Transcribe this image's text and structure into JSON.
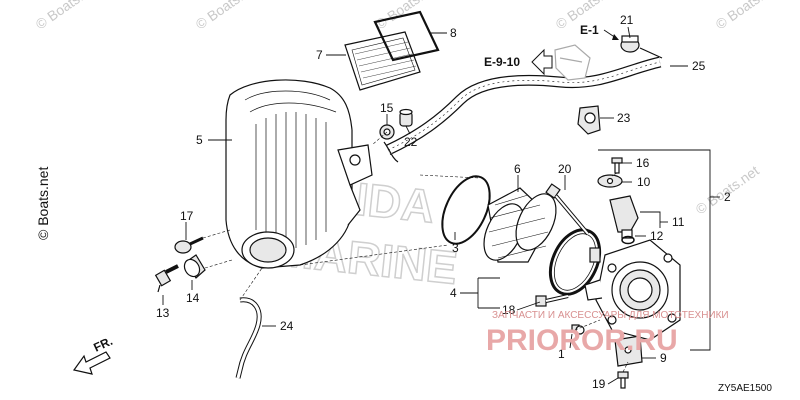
{
  "watermarks": {
    "small": "© Boats.net",
    "side": "© Boats.net",
    "honda_top": "HONDA",
    "honda_bottom": "MARINE",
    "red_top": "ЗАПЧАСТИ И АКСЕССУАРЫ ДЛЯ МОТОТЕХНИКИ",
    "red_main": "PRIOROR.RU"
  },
  "diagram_code": "ZY5AE1500",
  "refs": {
    "e1": "E-1",
    "e910": "E-9-10"
  },
  "direction": {
    "label": "FR."
  },
  "part_labels": [
    "1",
    "2",
    "3",
    "4",
    "5",
    "6",
    "7",
    "8",
    "9",
    "10",
    "11",
    "12",
    "13",
    "14",
    "15",
    "16",
    "17",
    "18",
    "19",
    "20",
    "21",
    "22",
    "23",
    "24",
    "25"
  ]
}
